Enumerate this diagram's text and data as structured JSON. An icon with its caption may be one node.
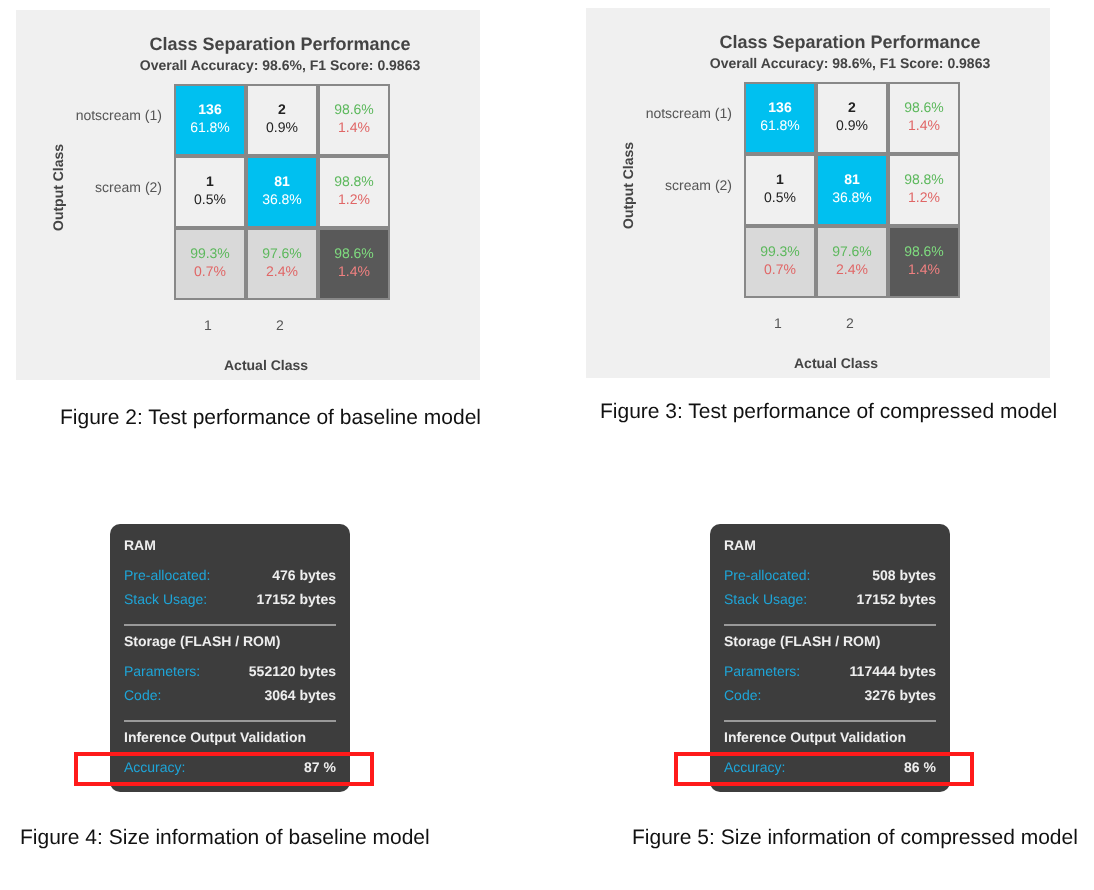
{
  "diagram": {
    "labels": [
      "Class Separation Performance",
      "Overall Accuracy: 98.6%, F1 Score: 0.9863",
      "notscream (1)",
      "136",
      "61.8%",
      "2",
      "0.9%",
      "98.6%",
      "1.4%",
      "scream (2)",
      "1",
      "0.5%",
      "81",
      "36.8%",
      "98.8%",
      "1.2%",
      "99.3%",
      "0.7%",
      "97.6%",
      "2.4%",
      "98.6%",
      "1.4%",
      "Output Class",
      "1",
      "2",
      "Actual Class",
      "Class Separation Performance",
      "Overall Accuracy: 98.6%, F1 Score: 0.9863",
      "notscream (1)",
      "136",
      "61.8%",
      "2",
      "0.9%",
      "98.6%",
      "1.4%",
      "scream (2)",
      "1",
      "0.5%",
      "81",
      "36.8%",
      "98.8%",
      "1.2%",
      "99.3%",
      "0.7%",
      "97.6%",
      "2.4%",
      "98.6%",
      "1.4%",
      "Output Class",
      "1",
      "2",
      "Actual Class",
      "Figure 2: Test performance of baseline model",
      "Figure 3: Test performance of compressed model",
      "RAM",
      "Pre-allocated:",
      "476 bytes",
      "Stack Usage:",
      "17152 bytes",
      "Storage (FLASH / ROM)",
      "Parameters:",
      "552120 bytes",
      "Code:",
      "3064 bytes",
      "Inference Output Validation",
      "Accuracy:",
      "87 %",
      "RAM",
      "Pre-allocated:",
      "508 bytes",
      "Stack Usage:",
      "17152 bytes",
      "Storage (FLASH / ROM)",
      "Parameters:",
      "117444 bytes",
      "Code:",
      "3276 bytes",
      "Inference Output Validation",
      "Accuracy:",
      "86 %",
      "Figure 4: Size information of baseline model",
      "Figure 5: Size information of compressed model"
    ]
  }
}
